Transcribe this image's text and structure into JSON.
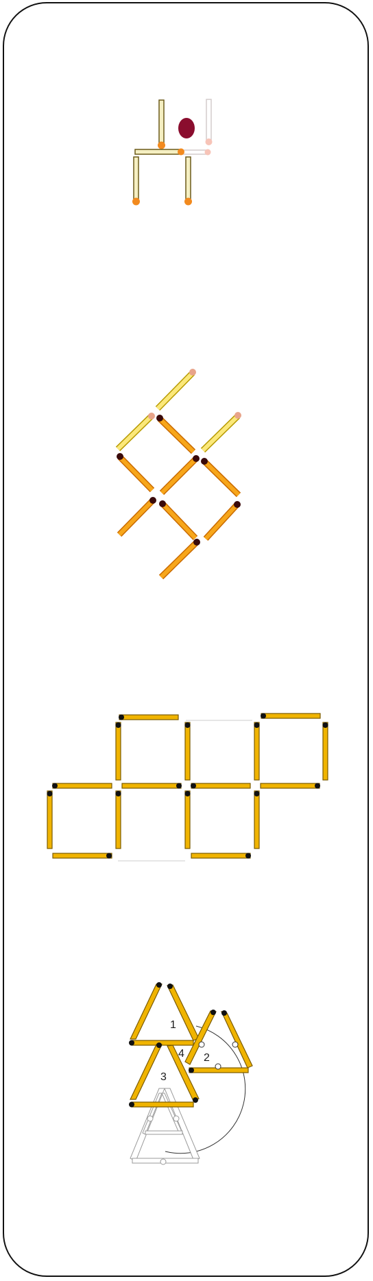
{
  "card": {
    "border_color": "#111111",
    "background": "#ffffff"
  },
  "colors": {
    "match_fill": "#f0b400",
    "match_edge": "#7a5a00",
    "match_light": "#fbe87a",
    "match_orange": "#f7a61a",
    "head_dark": "#3a0a0a",
    "head_orange": "#f28a1e",
    "head_faded": "#f3b0a0",
    "ghost": "#cfcfcf",
    "token": "#8a0d2e"
  },
  "puzzles": [
    {
      "name": "chair-puzzle",
      "tokens": [
        "cherry-token"
      ]
    },
    {
      "name": "diamond-squares-puzzle",
      "tokens": []
    },
    {
      "name": "five-squares-puzzle",
      "tokens": []
    },
    {
      "name": "triangles-puzzle",
      "labels": [
        "1",
        "2",
        "3",
        "4"
      ]
    }
  ]
}
